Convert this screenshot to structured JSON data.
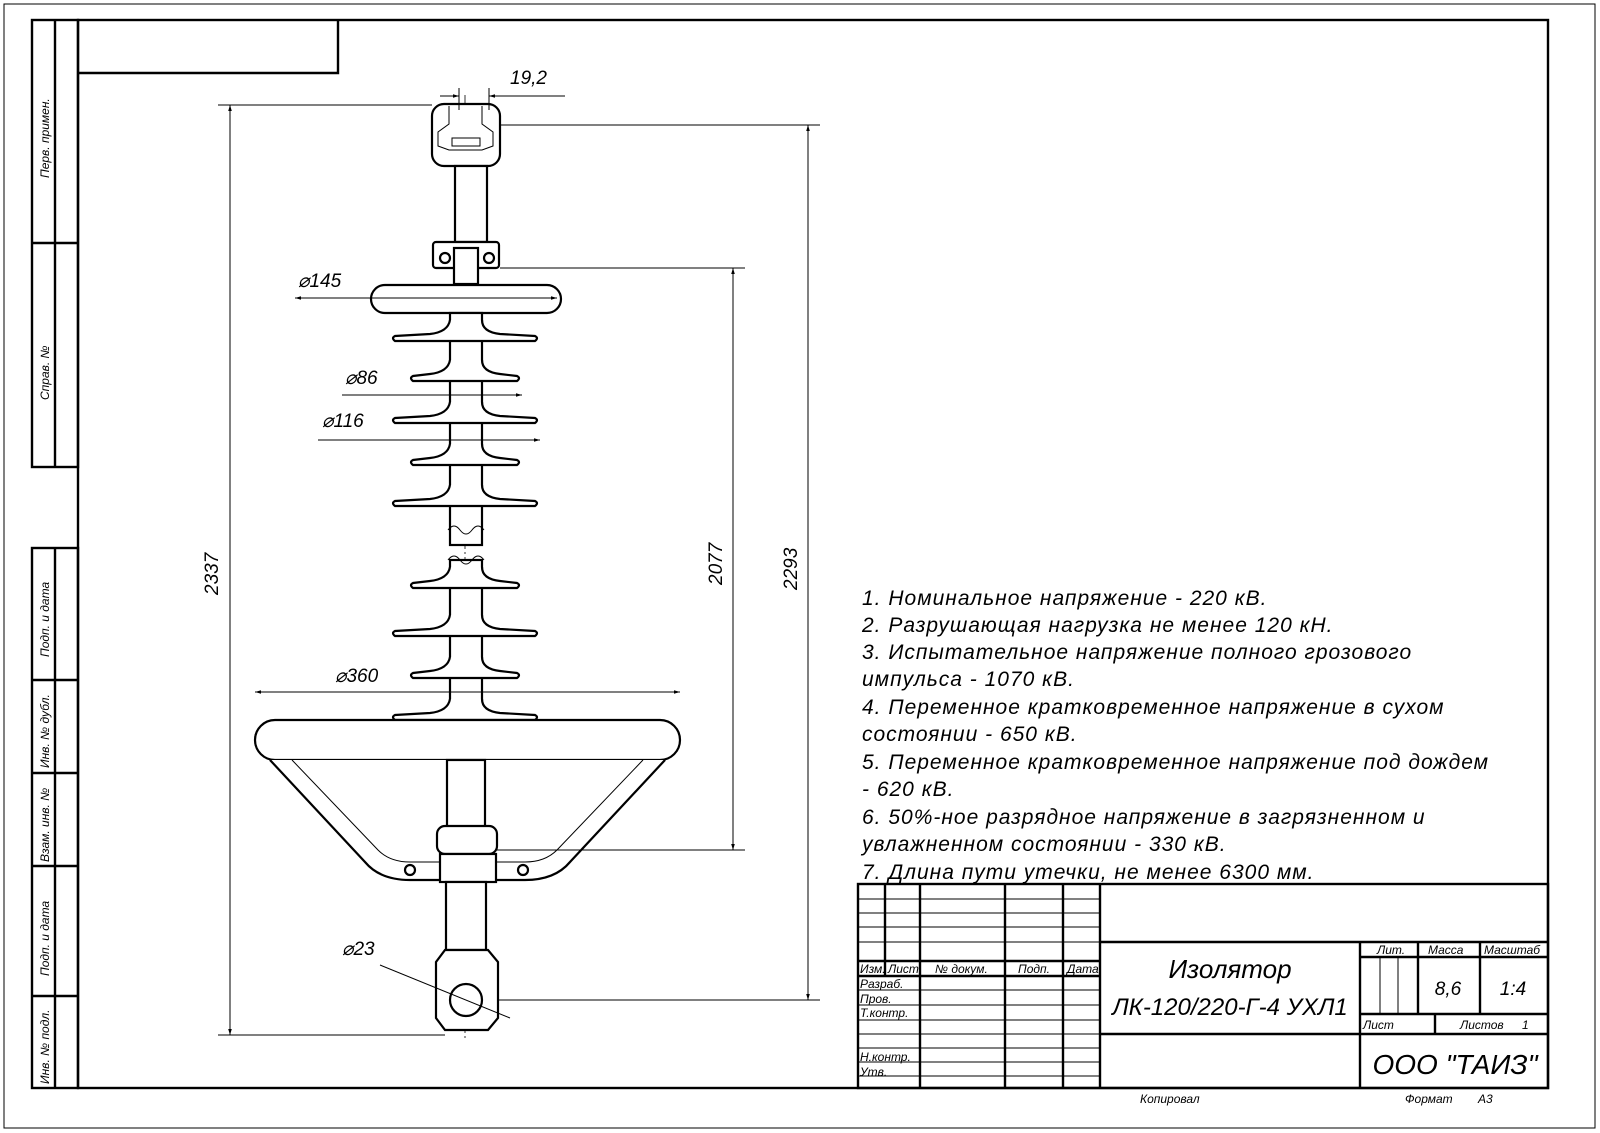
{
  "sidebar": {
    "labels": [
      "Перв. примен.",
      "Справ. №",
      "Подп. и дата",
      "Инв. № дубл.",
      "Взам. инв. №",
      "Подп. и дата",
      "Инв. № подл."
    ]
  },
  "dimensions": {
    "d192": "19,2",
    "d145": "⌀145",
    "d86": "⌀86",
    "d116": "⌀116",
    "d360": "⌀360",
    "d23": "⌀23",
    "h2337": "2337",
    "h2077": "2077",
    "h2293": "2293"
  },
  "notes": [
    "1. Номинальное напряжение - 220 кВ.",
    "2. Разрушающая нагрузка не менее 120 кН.",
    "3. Испытательное напряжение полного грозового",
    "импульса - 1070 кВ.",
    "4. Переменное кратковременное напряжение  в сухом",
    "состоянии - 650 кВ.",
    "5. Переменное кратковременное напряжение под дождем",
    "- 620 кВ.",
    "6. 50%-ное разрядное напряжение в загрязненном и",
    "увлажненном состоянии - 330 кВ.",
    "7. Длина пути утечки, не менее 6300 мм."
  ],
  "title_block": {
    "header": [
      "Изм.",
      "Лист",
      "№ докум.",
      "Подп.",
      "Дата"
    ],
    "roles": [
      "Разраб.",
      "Пров.",
      "Т.контр.",
      "Н.контр.",
      "Утв."
    ],
    "name_line1": "Изолятор",
    "name_line2": "ЛК-120/220-Г-4 УХЛ1",
    "lit_label": "Лит.",
    "mass_label": "Масса",
    "scale_label": "Масштаб",
    "mass": "8,6",
    "scale": "1:4",
    "sheet_label": "Лист",
    "sheets_label": "Листов",
    "sheets": "1",
    "company": "ООО \"ТАИЗ\""
  },
  "footer": {
    "copied": "Копировал",
    "format_label": "Формат",
    "format": "А3"
  }
}
